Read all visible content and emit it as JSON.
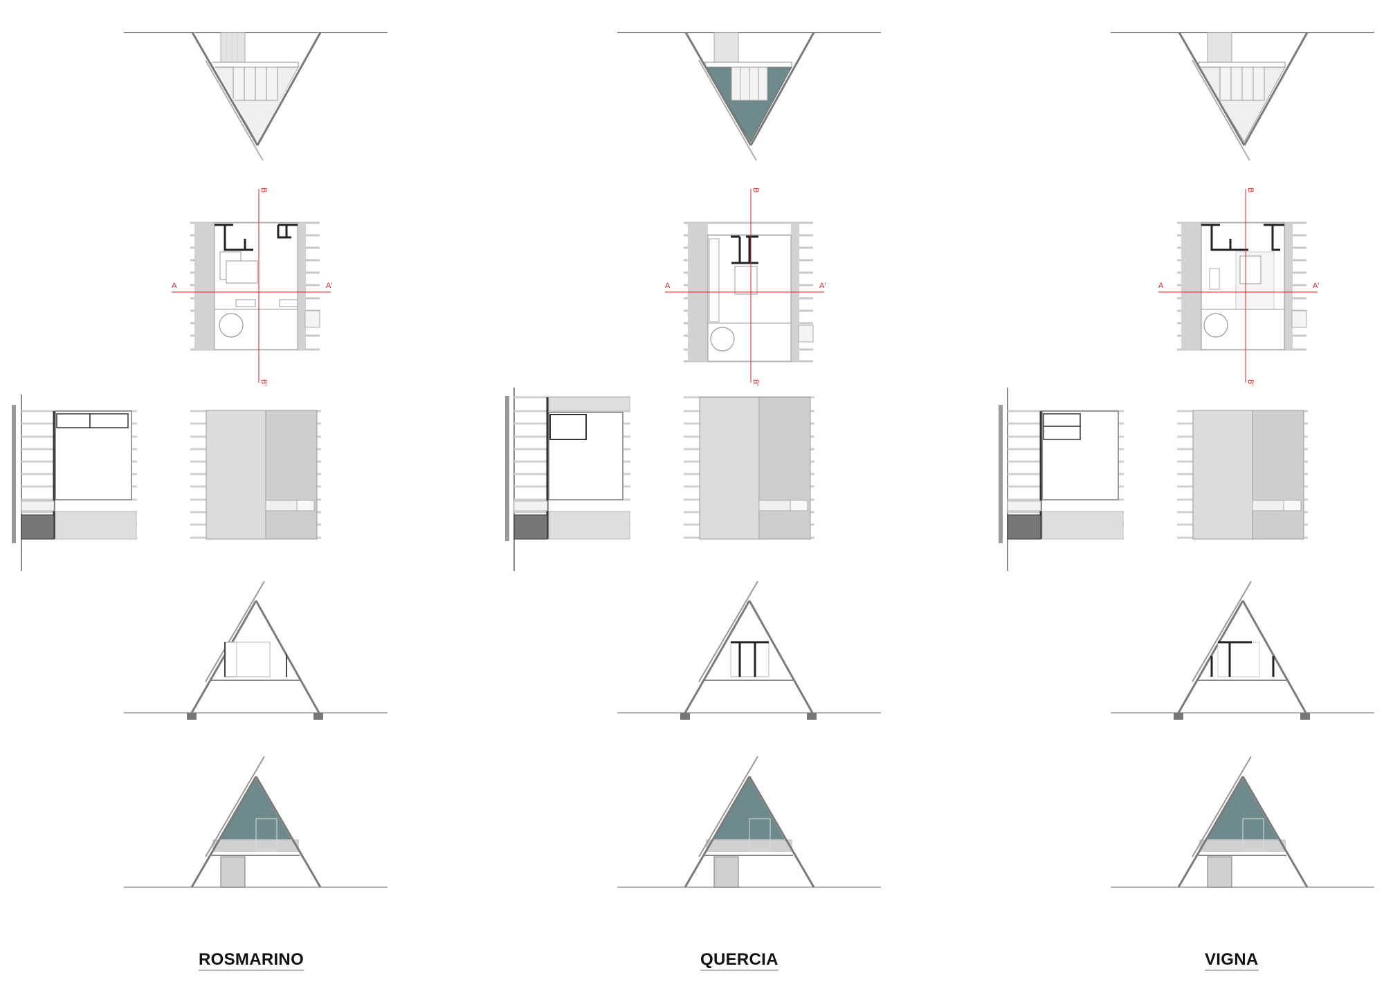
{
  "sheet": {
    "colors": {
      "line": "#8a8a8a",
      "dark_wall": "#2a2a2a",
      "teal_fill": "#6e8a8c",
      "light_fill": "#efefef",
      "hatch_fill": "#d6d6d6",
      "section_line": "#e02020"
    }
  },
  "columns": [
    {
      "title": "ROSMARINO",
      "top_section_fill": "light",
      "plan_labels": {
        "a": "A",
        "a_prime": "A'",
        "b": "B",
        "b_prime": "B'"
      },
      "bottom_section_fill": "teal"
    },
    {
      "title": "QUERCIA",
      "top_section_fill": "teal",
      "plan_labels": {
        "a": "A",
        "a_prime": "A'",
        "b": "B",
        "b_prime": "B'"
      },
      "bottom_section_fill": "teal"
    },
    {
      "title": "VIGNA",
      "top_section_fill": "light",
      "plan_labels": {
        "a": "A",
        "a_prime": "A'",
        "b": "B",
        "b_prime": "B'"
      },
      "bottom_section_fill": "teal"
    }
  ],
  "drawing_types": [
    "inverted-section",
    "upper-floor-plan",
    "ground-floor-plan",
    "roof-plan",
    "section-a-a",
    "section-b-b"
  ]
}
